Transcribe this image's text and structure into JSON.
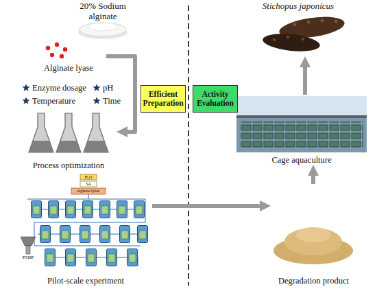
{
  "diagram": {
    "nodes": [
      {
        "text": [
          "20% Sodium alginate"
        ]
      },
      {
        "text": [
          "Alginate lyase"
        ]
      },
      {
        "text": [
          "Process optimization"
        ]
      },
      {
        "text": [
          "Pilot-scale experiment"
        ]
      },
      {
        "text": [
          "Efficient Preparation"
        ]
      },
      {
        "text": [
          "Activity Evaluation"
        ]
      },
      {
        "text": [
          "Stichopus japonicus"
        ]
      },
      {
        "text": [
          "Cage aquaculture"
        ]
      },
      {
        "text": [
          "Degradation product"
        ]
      }
    ],
    "edges": [
      {
        "from": 1,
        "to": 2,
        "arrow": "to"
      },
      {
        "from": 3,
        "to": 8,
        "arrow": "to"
      },
      {
        "from": 8,
        "to": 7,
        "arrow": "to"
      },
      {
        "from": 7,
        "to": 6,
        "arrow": "to"
      }
    ],
    "labels": [
      "Enzyme dosage",
      "pH",
      "Temperature",
      "Time",
      "H₂O",
      "SA",
      "alginate lyase",
      "PSDP"
    ]
  }
}
